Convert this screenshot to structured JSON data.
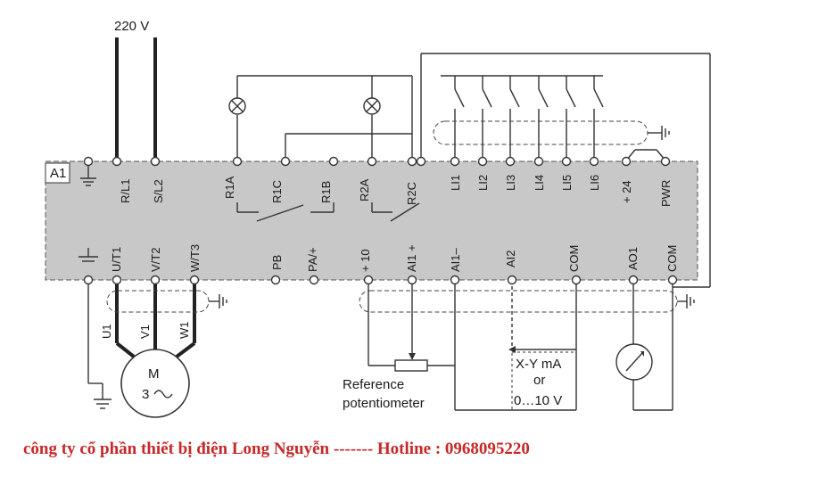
{
  "supply": "220 V",
  "module": "A1",
  "top_terminals": [
    "R/L1",
    "S/L2",
    "R1A",
    "R1C",
    "R1B",
    "R2A",
    "R2C",
    "LI1",
    "LI2",
    "LI3",
    "LI4",
    "LI5",
    "LI6",
    "+ 24",
    "PWR"
  ],
  "bottom_terminals": [
    "U/T1",
    "V/T2",
    "W/T3",
    "PB",
    "PA/+",
    "+ 10",
    "AI1 +",
    "AI1–",
    "AI2",
    "COM",
    "AO1",
    "COM"
  ],
  "motor": {
    "phases": [
      "U1",
      "V1",
      "W1"
    ],
    "name": "M",
    "type": "3"
  },
  "potentiometer": {
    "line1": "Reference",
    "line2": "potentiometer"
  },
  "analog_source": {
    "line1": "X-Y mA",
    "line2": "or",
    "line3": "0…10 V"
  },
  "footer": "công ty cổ phần thiết bị điện Long Nguyễn ------- Hotline : 0968095220"
}
